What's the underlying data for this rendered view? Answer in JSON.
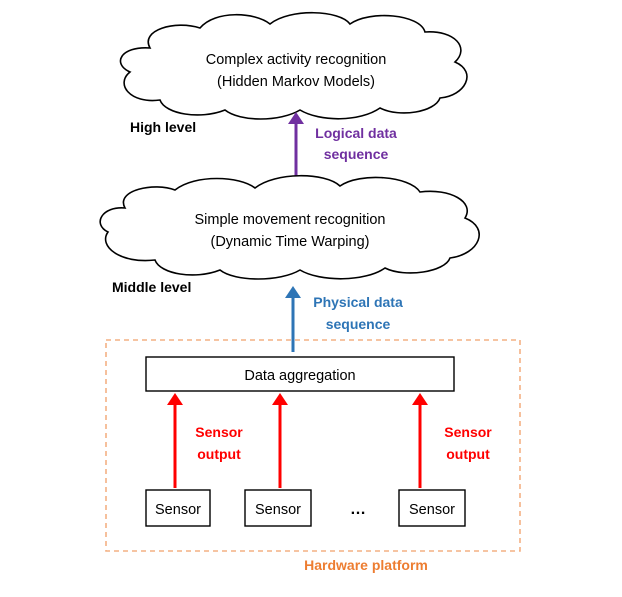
{
  "high_level": {
    "cloud_line1": "Complex activity recognition",
    "cloud_line2": "(Hidden Markov Models)",
    "level_label": "High level"
  },
  "middle_level": {
    "cloud_line1": "Simple movement recognition",
    "cloud_line2": "(Dynamic Time Warping)",
    "level_label": "Middle level"
  },
  "logical_arrow": {
    "line1": "Logical data",
    "line2": "sequence"
  },
  "physical_arrow": {
    "line1": "Physical data",
    "line2": "sequence"
  },
  "aggregation": {
    "label": "Data aggregation"
  },
  "sensor_output_left": {
    "line1": "Sensor",
    "line2": "output"
  },
  "sensor_output_right": {
    "line1": "Sensor",
    "line2": "output"
  },
  "sensors": [
    "Sensor",
    "Sensor",
    "Sensor"
  ],
  "ellipsis": "…",
  "platform_label": "Hardware platform",
  "colors": {
    "logical": "#7030a0",
    "physical": "#2e75b6",
    "sensor": "#ff0000",
    "platform": "#f4b183",
    "platform_text": "#ed7d31",
    "line": "#000000"
  }
}
